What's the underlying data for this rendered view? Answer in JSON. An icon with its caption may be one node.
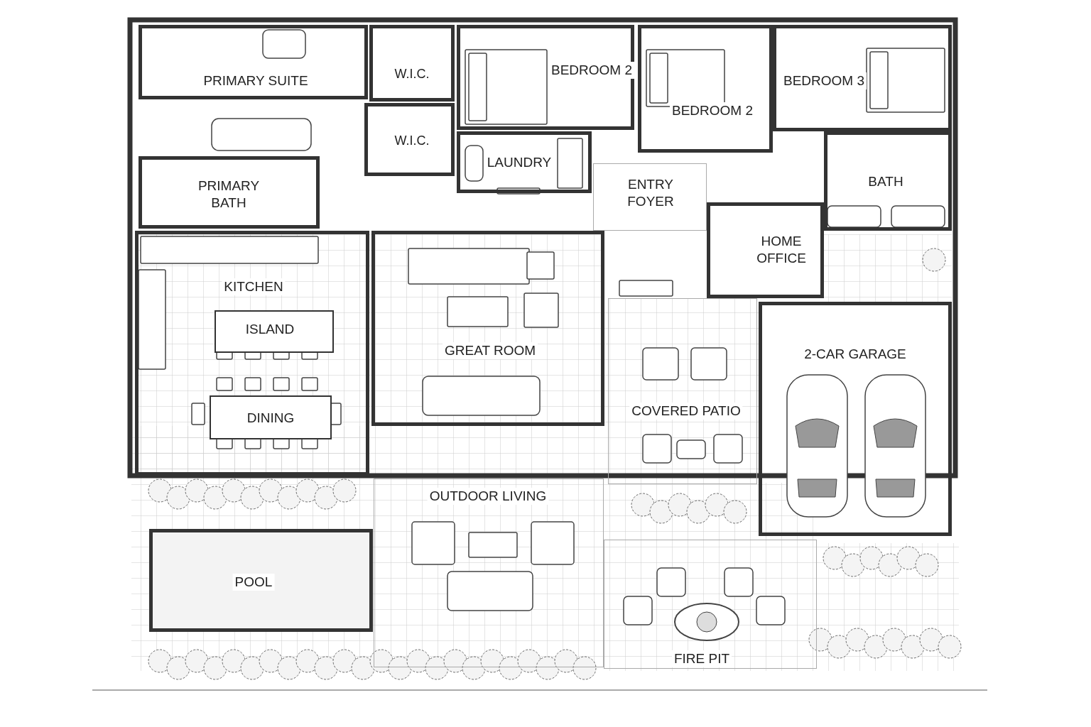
{
  "diagram": {
    "nodes": [
      {
        "text": [
          "PRIMARY SUITE"
        ]
      },
      {
        "text": [
          "W.I.C."
        ]
      },
      {
        "text": [
          "BEDROOM 2"
        ]
      },
      {
        "text": [
          "BEDROOM 2"
        ]
      },
      {
        "text": [
          "BEDROOM 3"
        ]
      },
      {
        "text": [
          "W.I.C."
        ]
      },
      {
        "text": [
          "LAUNDRY"
        ]
      },
      {
        "text": [
          "ENTRY FOYER"
        ]
      },
      {
        "text": [
          "BATH"
        ]
      },
      {
        "text": [
          "PRIMARY BATH"
        ]
      },
      {
        "text": [
          "HOME OFFICE"
        ]
      },
      {
        "text": [
          "KITCHEN"
        ]
      },
      {
        "text": [
          "ISLAND"
        ],
        "in": 11
      },
      {
        "text": [
          "GREAT ROOM"
        ]
      },
      {
        "text": [
          "2-CAR GARAGE"
        ]
      },
      {
        "text": [
          "COVERED PATIO"
        ]
      },
      {
        "text": [
          "DINING"
        ],
        "in": 11
      },
      {
        "text": [
          "OUTDOOR LIVING"
        ]
      },
      {
        "text": [
          "POOL"
        ]
      },
      {
        "text": [
          "FIRE PIT"
        ]
      }
    ]
  }
}
